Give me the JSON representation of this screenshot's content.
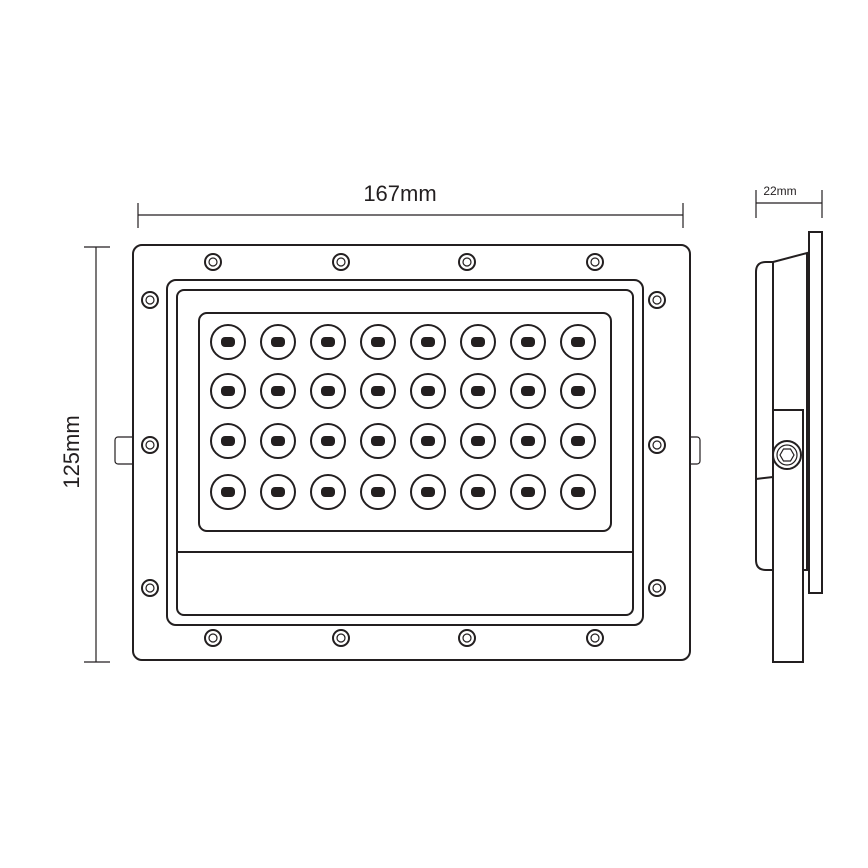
{
  "dimensions": {
    "width": "167mm",
    "height": "125mm",
    "depth": "22mm"
  },
  "led_grid": {
    "rows": 4,
    "columns": 8
  },
  "colors": {
    "line": "#231f20",
    "background": "#ffffff"
  }
}
